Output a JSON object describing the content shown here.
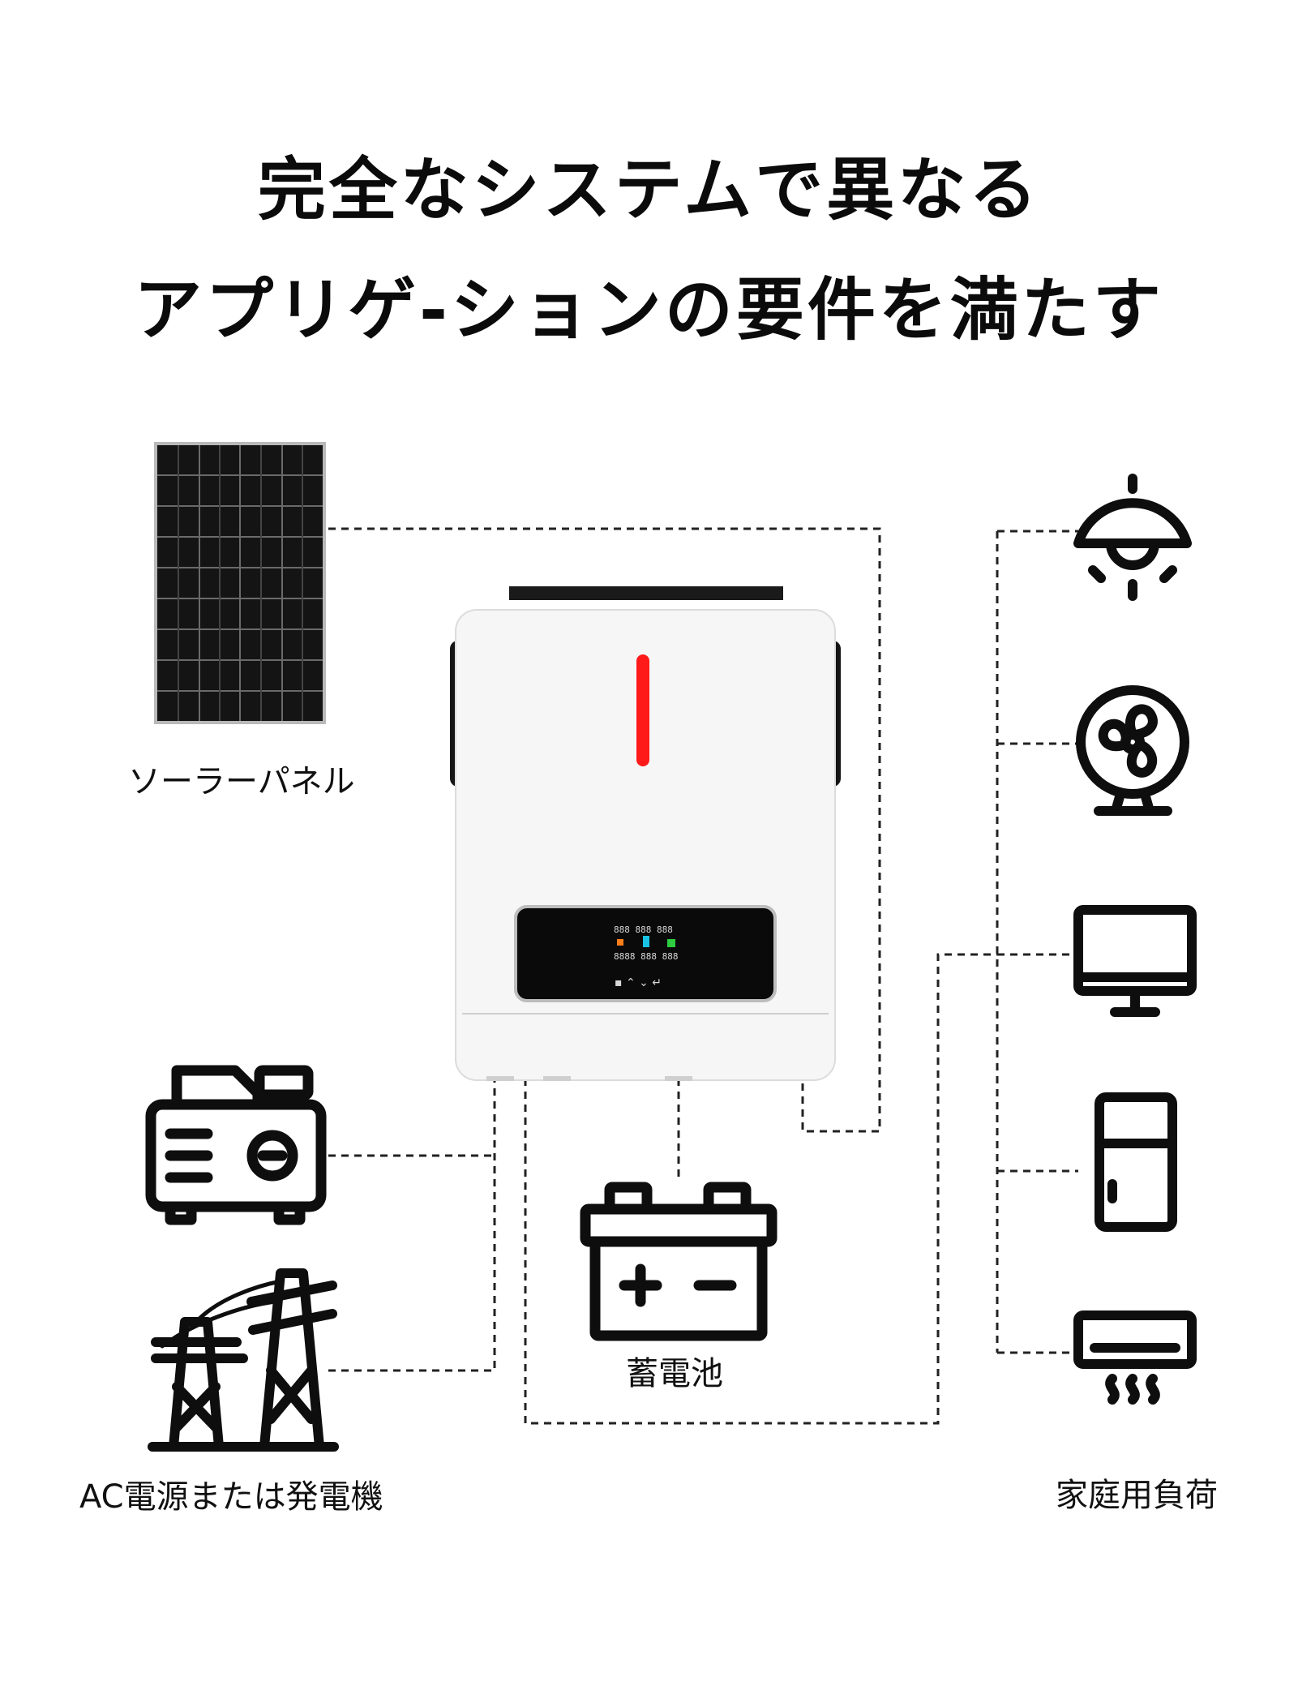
{
  "title": {
    "line1": "完全なシステムで異なる",
    "line2": "アプリゲ-ションの要件を満たす"
  },
  "labels": {
    "solar_panel": "ソーラーパネル",
    "battery": "蓄電池",
    "ac_source": "AC電源または発電機",
    "home_load": "家庭用負荷"
  },
  "inverter": {
    "display_top": "888  888  888",
    "display_bottom": "8888  888  888"
  },
  "colors": {
    "accent_red": "#ff1a1a",
    "line": "#222222",
    "icon": "#0e0e0e"
  },
  "icons": [
    "solar-panel-icon",
    "generator-icon",
    "power-tower-icon",
    "battery-icon",
    "ceiling-lamp-icon",
    "fan-icon",
    "monitor-icon",
    "refrigerator-icon",
    "air-conditioner-icon"
  ]
}
